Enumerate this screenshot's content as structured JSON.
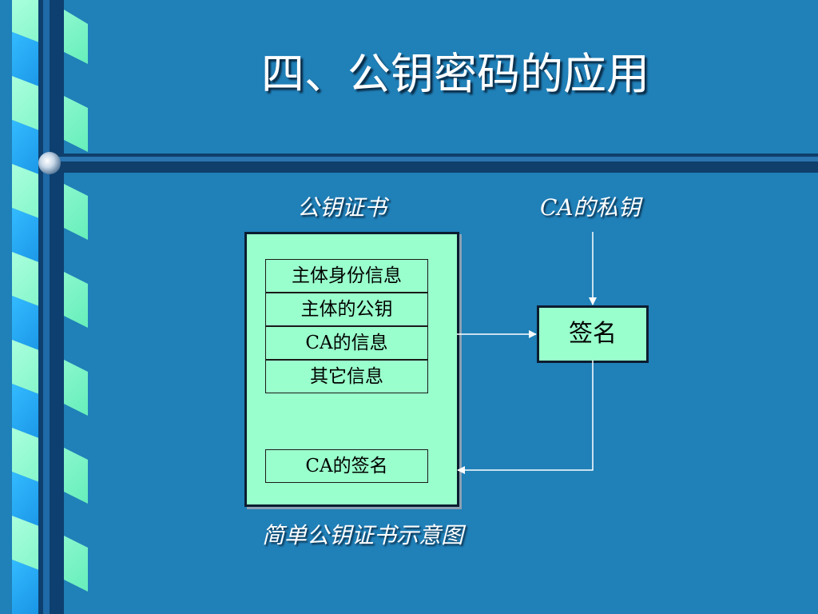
{
  "slide": {
    "title": "四、公钥密码的应用",
    "certificate_label": "公钥证书",
    "private_key_label": "CA的私钥",
    "caption": "简单公钥证书示意图"
  },
  "certificate": {
    "fields": [
      "主体身份信息",
      "主体的公钥",
      "CA的信息",
      "其它信息"
    ],
    "signature_field": "CA的签名"
  },
  "signing": {
    "label": "签名"
  },
  "colors": {
    "background": "#2080b8",
    "box_fill": "#99ffcc",
    "border": "#0c1c30",
    "title_text": "#ffffff"
  }
}
